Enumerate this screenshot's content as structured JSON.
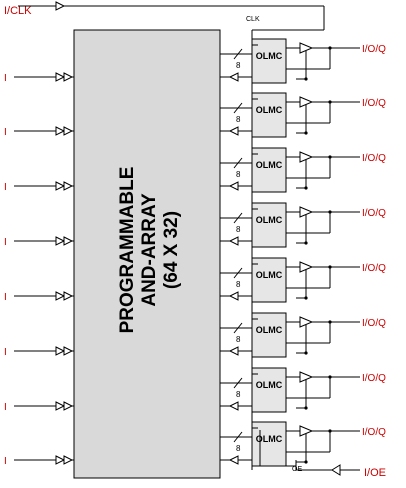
{
  "pins": {
    "clk_input": "I/CLK",
    "oe_input": "I/OE",
    "inputs": [
      "I",
      "I",
      "I",
      "I",
      "I",
      "I",
      "I",
      "I"
    ],
    "outputs": [
      "I/O/Q",
      "I/O/Q",
      "I/O/Q",
      "I/O/Q",
      "I/O/Q",
      "I/O/Q",
      "I/O/Q",
      "I/O/Q"
    ]
  },
  "array": {
    "line1": "PROGRAMMABLE",
    "line2": "AND-ARRAY",
    "line3": "(64 X 32)"
  },
  "olmc": {
    "label": "OLMC",
    "bus_width": "8",
    "count": 8
  },
  "signals": {
    "clk": "CLK",
    "oe": "OE"
  },
  "colors": {
    "pin_label": "#cc0000",
    "array_fill": "#d9d9d9",
    "olmc_fill": "#e6e6e6",
    "line": "#000000"
  }
}
